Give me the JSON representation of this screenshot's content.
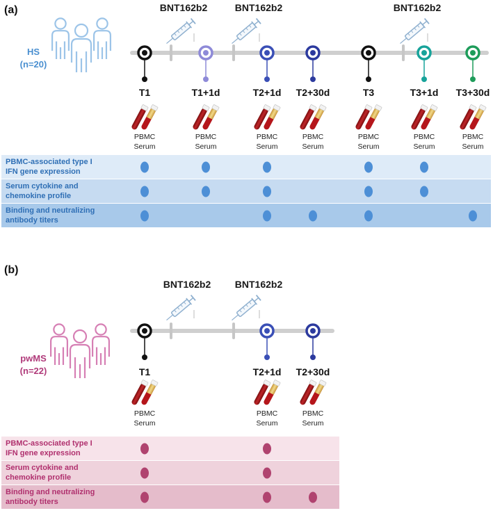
{
  "panels": [
    {
      "id": "a",
      "label": "(a)",
      "group_name": "HS",
      "group_n": "(n=20)",
      "accent": "#4a8fd0",
      "people_color": "#9cc4e8",
      "dot_color": "#4d8fd6",
      "row_colors": [
        "#deebf8",
        "#c6dbf1",
        "#a8c9ea"
      ],
      "row_text_color": "#2f6fb5",
      "vaccines": [
        {
          "label": "BNT162b2",
          "dose": 1
        },
        {
          "label": "BNT162b2",
          "dose": 2
        },
        {
          "label": "BNT162b2",
          "dose": 3
        }
      ],
      "timepoints": [
        {
          "label": "T1",
          "color": "#111111",
          "sample_pbmc": "PBMC",
          "sample_serum": "Serum"
        },
        {
          "label": "T1+1d",
          "color": "#8e8ad8",
          "sample_pbmc": "PBMC",
          "sample_serum": "Serum"
        },
        {
          "label": "T2+1d",
          "color": "#3a4fb6",
          "sample_pbmc": "PBMC",
          "sample_serum": "Serum"
        },
        {
          "label": "T2+30d",
          "color": "#2c3a9e",
          "sample_pbmc": "PBMC",
          "sample_serum": "Serum"
        },
        {
          "label": "T3",
          "color": "#111111",
          "sample_pbmc": "PBMC",
          "sample_serum": "Serum"
        },
        {
          "label": "T3+1d",
          "color": "#17a39a",
          "sample_pbmc": "PBMC",
          "sample_serum": "Serum"
        },
        {
          "label": "T3+30d",
          "color": "#1e9c5a",
          "sample_pbmc": "PBMC",
          "sample_serum": "Serum"
        }
      ],
      "rows": [
        {
          "line1": "PBMC-associated type I",
          "line2": "IFN gene expression",
          "present": [
            true,
            true,
            true,
            false,
            true,
            true,
            false
          ]
        },
        {
          "line1": "Serum cytokine and",
          "line2": "chemokine profile",
          "present": [
            true,
            true,
            true,
            false,
            true,
            true,
            false
          ]
        },
        {
          "line1": "Binding and neutralizing",
          "line2": "antibody titers",
          "present": [
            true,
            false,
            true,
            true,
            true,
            false,
            true
          ]
        }
      ]
    },
    {
      "id": "b",
      "label": "(b)",
      "group_name": "pwMS",
      "group_n": "(n=22)",
      "accent": "#b03a7a",
      "people_color": "#d67fb4",
      "dot_color": "#b0436f",
      "row_colors": [
        "#f7e3ea",
        "#efd2dc",
        "#e5bccb"
      ],
      "row_text_color": "#b0306e",
      "vaccines": [
        {
          "label": "BNT162b2",
          "dose": 1
        },
        {
          "label": "BNT162b2",
          "dose": 2
        }
      ],
      "timepoints": [
        {
          "label": "T1",
          "color": "#111111",
          "sample_pbmc": "PBMC",
          "sample_serum": "Serum"
        },
        {
          "label": "T2+1d",
          "color": "#3a4fb6",
          "sample_pbmc": "PBMC",
          "sample_serum": "Serum"
        },
        {
          "label": "T2+30d",
          "color": "#2c3a9e",
          "sample_pbmc": "PBMC",
          "sample_serum": "Serum"
        }
      ],
      "rows": [
        {
          "line1": "PBMC-associated type I",
          "line2": "IFN gene expression",
          "present": [
            true,
            true,
            false
          ]
        },
        {
          "line1": "Serum cytokine and",
          "line2": "chemokine profile",
          "present": [
            true,
            true,
            false
          ]
        },
        {
          "line1": "Binding and neutralizing",
          "line2": "antibody titers",
          "present": [
            true,
            true,
            true
          ]
        }
      ]
    }
  ]
}
